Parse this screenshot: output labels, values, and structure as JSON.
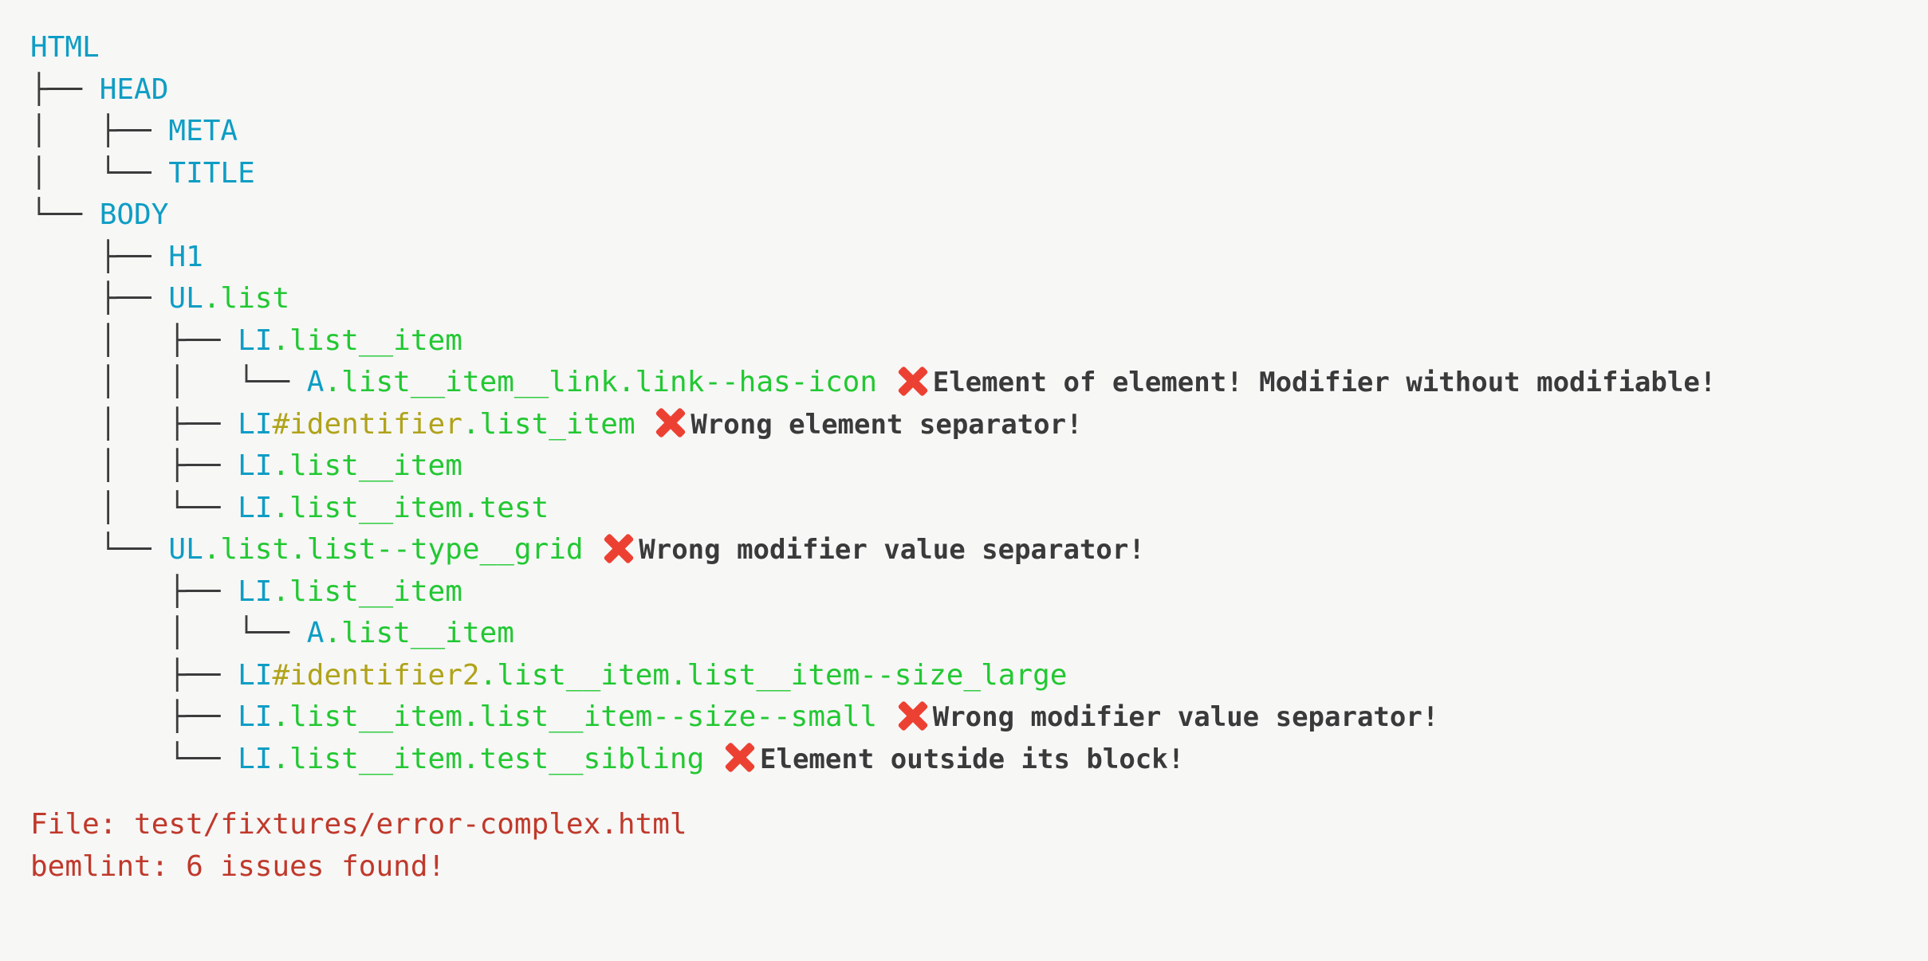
{
  "app": {
    "name": "bemlint",
    "colors": {
      "background": "#f7f7f6",
      "tree_guide": "#3c3c3c",
      "tag": "#0e9dc4",
      "class": "#22c832",
      "id": "#b0a31a",
      "error_text": "#3a3a3a",
      "error_mark": "#ec4132",
      "footer": "#c0392b"
    },
    "error_icon": "red-x-mark"
  },
  "tree": [
    {
      "guide": "",
      "tag": "HTML",
      "id": "",
      "classes": "",
      "error": ""
    },
    {
      "guide": "├── ",
      "tag": "HEAD",
      "id": "",
      "classes": "",
      "error": ""
    },
    {
      "guide": "│   ├── ",
      "tag": "META",
      "id": "",
      "classes": "",
      "error": ""
    },
    {
      "guide": "│   └── ",
      "tag": "TITLE",
      "id": "",
      "classes": "",
      "error": ""
    },
    {
      "guide": "└── ",
      "tag": "BODY",
      "id": "",
      "classes": "",
      "error": ""
    },
    {
      "guide": "    ├── ",
      "tag": "H1",
      "id": "",
      "classes": "",
      "error": ""
    },
    {
      "guide": "    ├── ",
      "tag": "UL",
      "id": "",
      "classes": ".list",
      "error": ""
    },
    {
      "guide": "    │   ├── ",
      "tag": "LI",
      "id": "",
      "classes": ".list__item",
      "error": ""
    },
    {
      "guide": "    │   │   └── ",
      "tag": "A",
      "id": "",
      "classes": ".list__item__link.link--has-icon",
      "error": "Element of element! Modifier without modifiable!"
    },
    {
      "guide": "    │   ├── ",
      "tag": "LI",
      "id": "#identifier",
      "classes": ".list_item",
      "error": "Wrong element separator!"
    },
    {
      "guide": "    │   ├── ",
      "tag": "LI",
      "id": "",
      "classes": ".list__item",
      "error": ""
    },
    {
      "guide": "    │   └── ",
      "tag": "LI",
      "id": "",
      "classes": ".list__item.test",
      "error": ""
    },
    {
      "guide": "    └── ",
      "tag": "UL",
      "id": "",
      "classes": ".list.list--type__grid",
      "error": "Wrong modifier value separator!"
    },
    {
      "guide": "        ├── ",
      "tag": "LI",
      "id": "",
      "classes": ".list__item",
      "error": ""
    },
    {
      "guide": "        │   └── ",
      "tag": "A",
      "id": "",
      "classes": ".list__item",
      "error": ""
    },
    {
      "guide": "        ├── ",
      "tag": "LI",
      "id": "#identifier2",
      "classes": ".list__item.list__item--size_large",
      "error": ""
    },
    {
      "guide": "        ├── ",
      "tag": "LI",
      "id": "",
      "classes": ".list__item.list__item--size--small",
      "error": "Wrong modifier value separator!"
    },
    {
      "guide": "        └── ",
      "tag": "LI",
      "id": "",
      "classes": ".list__item.test__sibling",
      "error": "Element outside its block!"
    }
  ],
  "footer": {
    "file_line": "File: test/fixtures/error-complex.html",
    "summary_line": "bemlint: 6 issues found!"
  }
}
